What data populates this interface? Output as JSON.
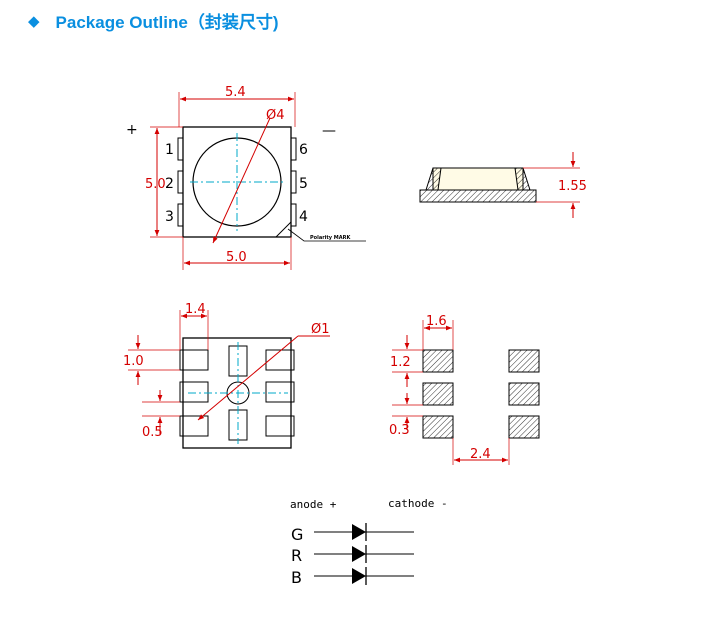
{
  "header": {
    "bullet_icon": "diamond-icon",
    "title": "Package Outline（封装尺寸)",
    "color": "#0a8fe0"
  },
  "top_view": {
    "width": "5.4",
    "height": "5.0",
    "bottom_width": "5.0",
    "lens_diameter": "Ø4",
    "plus_sign": "+",
    "minus_sign": "—",
    "pins_left": [
      "1",
      "2",
      "3"
    ],
    "pins_right": [
      "6",
      "5",
      "4"
    ],
    "polarity_label": "Polarity MARK"
  },
  "side_view": {
    "height": "1.55"
  },
  "bottom_view": {
    "pad_width": "1.4",
    "pad_height": "1.0",
    "pad_gap": "0.5",
    "hole_diameter": "Ø1"
  },
  "footprint": {
    "pad_width": "1.6",
    "pad_height": "1.2",
    "pad_gap": "0.3",
    "pitch": "2.4"
  },
  "schematic": {
    "anode_label": "anode +",
    "cathode_label": "cathode -",
    "channels": [
      "G",
      "R",
      "B"
    ]
  },
  "colors": {
    "dimension": "#d40000",
    "centerline": "#00a8c8",
    "outline": "#000000"
  }
}
